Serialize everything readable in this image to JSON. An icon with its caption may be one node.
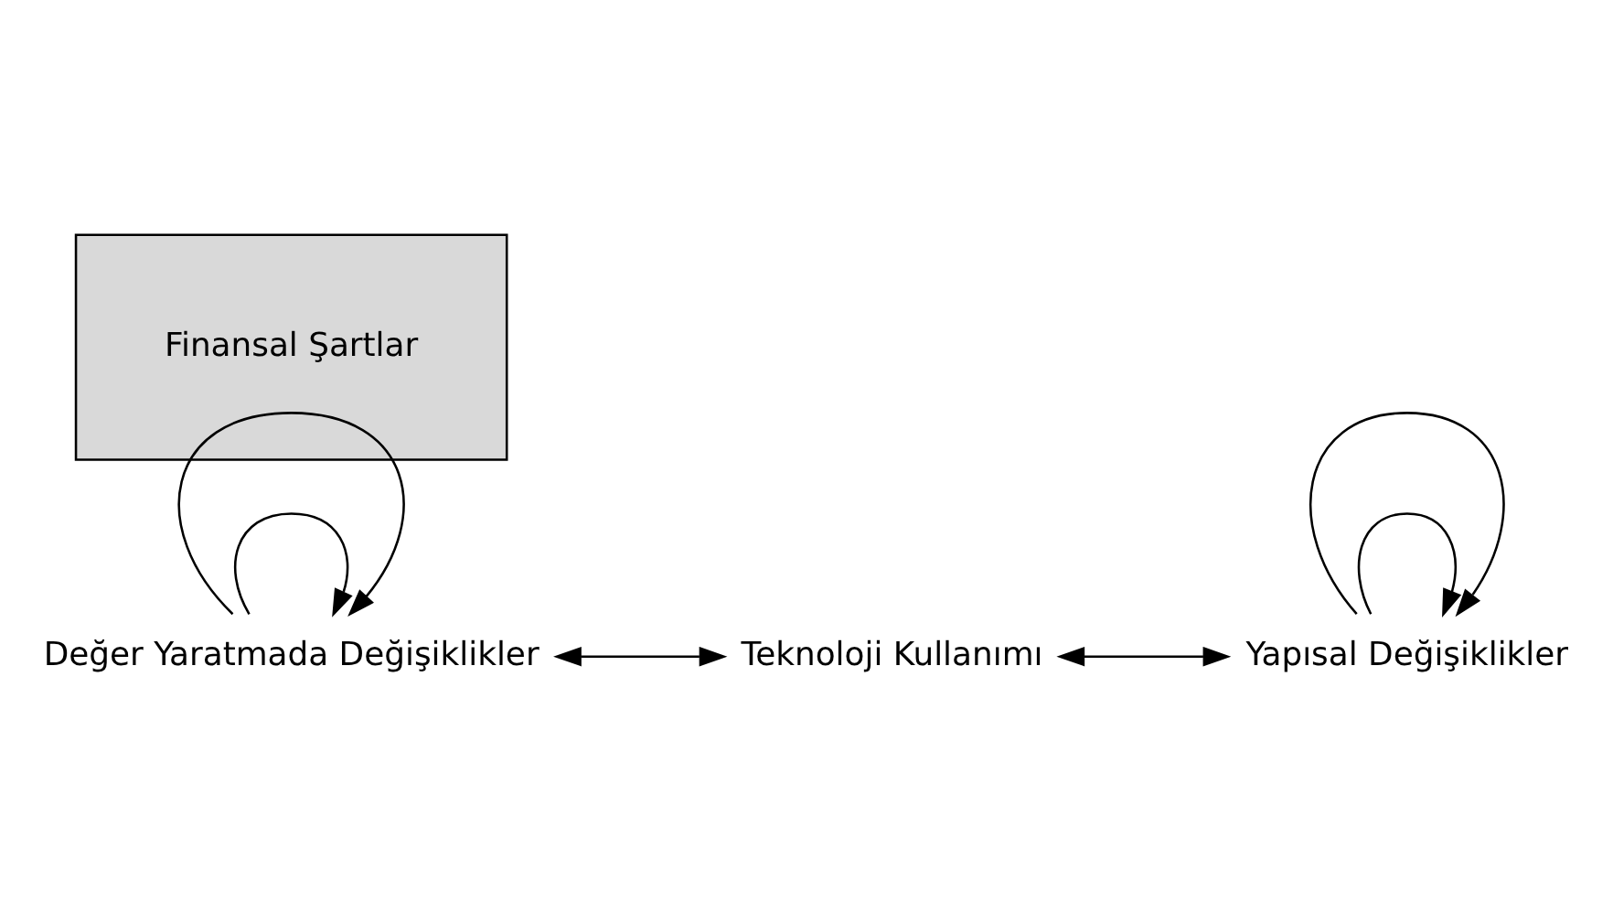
{
  "diagram": {
    "nodes": [
      {
        "text": [
          "Teknoloji Kullanımı"
        ]
      },
      {
        "text": [],
        "shape": "arrow"
      },
      {
        "text": [
          "Finansal Şartlar"
        ],
        "in": 1
      },
      {
        "text": [
          "Değer Yaratmada Değişiklikler"
        ]
      },
      {
        "text": [
          "Yapısal Değişiklikler"
        ]
      }
    ],
    "edges": [
      {
        "from": 3,
        "to": 0,
        "arrow": "both"
      },
      {
        "from": 0,
        "to": 4,
        "arrow": "both"
      },
      {
        "from": 3,
        "to": 3,
        "arrow": "to"
      },
      {
        "from": 3,
        "to": 3,
        "arrow": "to"
      },
      {
        "from": 4,
        "to": 4,
        "arrow": "to"
      },
      {
        "from": 4,
        "to": 4,
        "arrow": "to"
      }
    ]
  }
}
